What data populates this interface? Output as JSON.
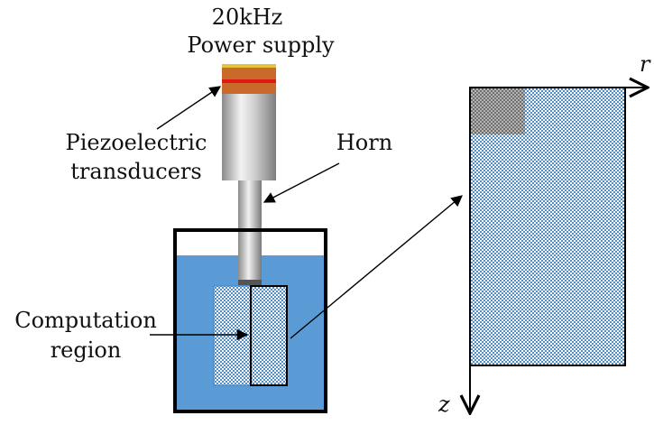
{
  "labels": {
    "frequency": "20kHz",
    "power_supply": "Power supply",
    "transducer_line1": "Piezoelectric",
    "transducer_line2": "transducers",
    "horn": "Horn",
    "region_line1": "Computation",
    "region_line2": "region",
    "axis_r": "r",
    "axis_z": "z"
  },
  "colors": {
    "liquid": "#5b9bd5",
    "transducer_body": "#c96a2b",
    "transducer_stripe": "#e01818",
    "transducer_top": "#e6c23a",
    "mesh_blue": "#4f8ec9",
    "horn_tip_region": "#8e8e8e",
    "outline": "#000000"
  }
}
